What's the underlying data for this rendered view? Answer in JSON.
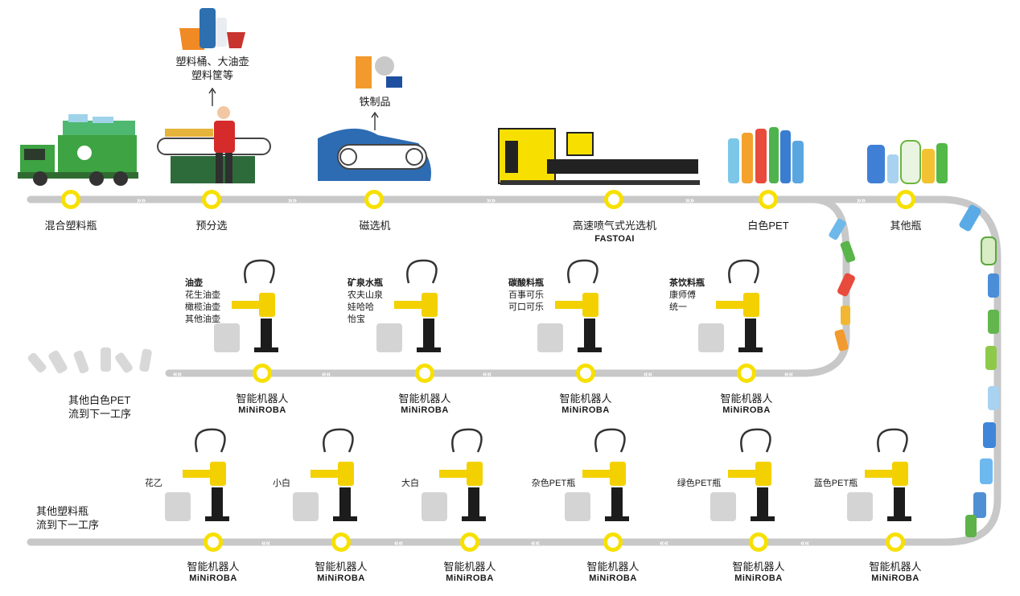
{
  "colors": {
    "track": "#c8c8c8",
    "node": "#f7e000",
    "robot": "#f3d100",
    "truck": "#3ea343",
    "belt": "#2d6cb3"
  },
  "top_line": {
    "stations": [
      {
        "label": "混合塑料瓶"
      },
      {
        "label": "预分选",
        "output": [
          "塑料桶、大油壶",
          "塑料筐等"
        ]
      },
      {
        "label": "磁选机",
        "output": [
          "铁制品"
        ]
      },
      {
        "label": "高速喷气式光选机",
        "brand": "FASTOAI"
      },
      {
        "label": "白色PET"
      },
      {
        "label": "其他瓶"
      }
    ]
  },
  "middle_line": {
    "exit_label": [
      "其他白色PET",
      "流到下一工序"
    ],
    "robots": [
      {
        "caption": "智能机器人",
        "brand": "MiNiROBA",
        "category": "油壶",
        "items": [
          "花生油壶",
          "橄榄油壶",
          "其他油壶"
        ]
      },
      {
        "caption": "智能机器人",
        "brand": "MiNiROBA",
        "category": "矿泉水瓶",
        "items": [
          "农夫山泉",
          "娃哈哈",
          "怡宝"
        ]
      },
      {
        "caption": "智能机器人",
        "brand": "MiNiROBA",
        "category": "碳酸料瓶",
        "items": [
          "百事可乐",
          "可口可乐"
        ]
      },
      {
        "caption": "智能机器人",
        "brand": "MiNiROBA",
        "category": "茶饮料瓶",
        "items": [
          "康师傅",
          "统一"
        ]
      }
    ]
  },
  "bottom_line": {
    "exit_label": [
      "其他塑料瓶",
      "流到下一工序"
    ],
    "robots": [
      {
        "caption": "智能机器人",
        "brand": "MiNiROBA",
        "category": "花乙"
      },
      {
        "caption": "智能机器人",
        "brand": "MiNiROBA",
        "category": "小白"
      },
      {
        "caption": "智能机器人",
        "brand": "MiNiROBA",
        "category": "大白"
      },
      {
        "caption": "智能机器人",
        "brand": "MiNiROBA",
        "category": "杂色PET瓶"
      },
      {
        "caption": "智能机器人",
        "brand": "MiNiROBA",
        "category": "绿色PET瓶"
      },
      {
        "caption": "智能机器人",
        "brand": "MiNiROBA",
        "category": "蓝色PET瓶"
      }
    ]
  },
  "icons": [
    "truck-icon",
    "worker-icon",
    "magnetic-separator-icon",
    "optical-sorter-icon",
    "pet-bottles-icon",
    "other-bottles-icon",
    "robot-arm-icon",
    "sack-icon",
    "bucket-icon",
    "can-icon"
  ]
}
